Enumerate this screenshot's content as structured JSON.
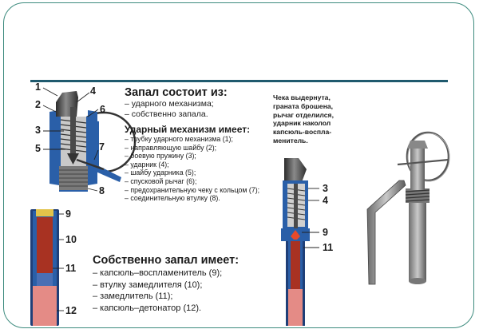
{
  "composition": {
    "title": "Запал состоит из:",
    "items": [
      "– ударного механизма;",
      "– собственно запала."
    ]
  },
  "striker": {
    "title": "Ударный механизм имеет:",
    "items": [
      "– трубку ударного механизма (1);",
      "– направляющую шайбу (2);",
      "– боевую пружину (3);",
      "– ударник (4);",
      "– шайбу ударника (5);",
      "– спусковой рычаг (6);",
      "– предохранительную чеку с кольцом (7);",
      "– соединительную втулку (8)."
    ]
  },
  "fuse": {
    "title": "Собственно запал имеет:",
    "items": [
      "– капсюль–воспламенитель (9);",
      "– втулку замедлителя (10);",
      "– замедлитель (11);",
      "– капсюль–детонатор (12)."
    ]
  },
  "note": {
    "lines": [
      "Чека выдернута,",
      "граната брошена,",
      "рычаг отделился,",
      "ударник наколол",
      "капсюль-воспла-",
      "менитель."
    ]
  },
  "callouts": {
    "n1": "1",
    "n2": "2",
    "n3": "3",
    "n4": "4",
    "n5": "5",
    "n6": "6",
    "n7": "7",
    "n8": "8",
    "n9": "9",
    "n10": "10",
    "n11": "11",
    "n12": "12",
    "m3": "3",
    "m4": "4",
    "m9": "9",
    "m11": "11"
  },
  "colors": {
    "frame": "#3d8b7e",
    "rule": "#1f5a6e",
    "casing_blue": "#2a5fa8",
    "metal_dark": "#3a3a3a",
    "delay_red": "#a83222",
    "detonator_pink": "#e48b86",
    "primer_yellow": "#e2c34a"
  }
}
